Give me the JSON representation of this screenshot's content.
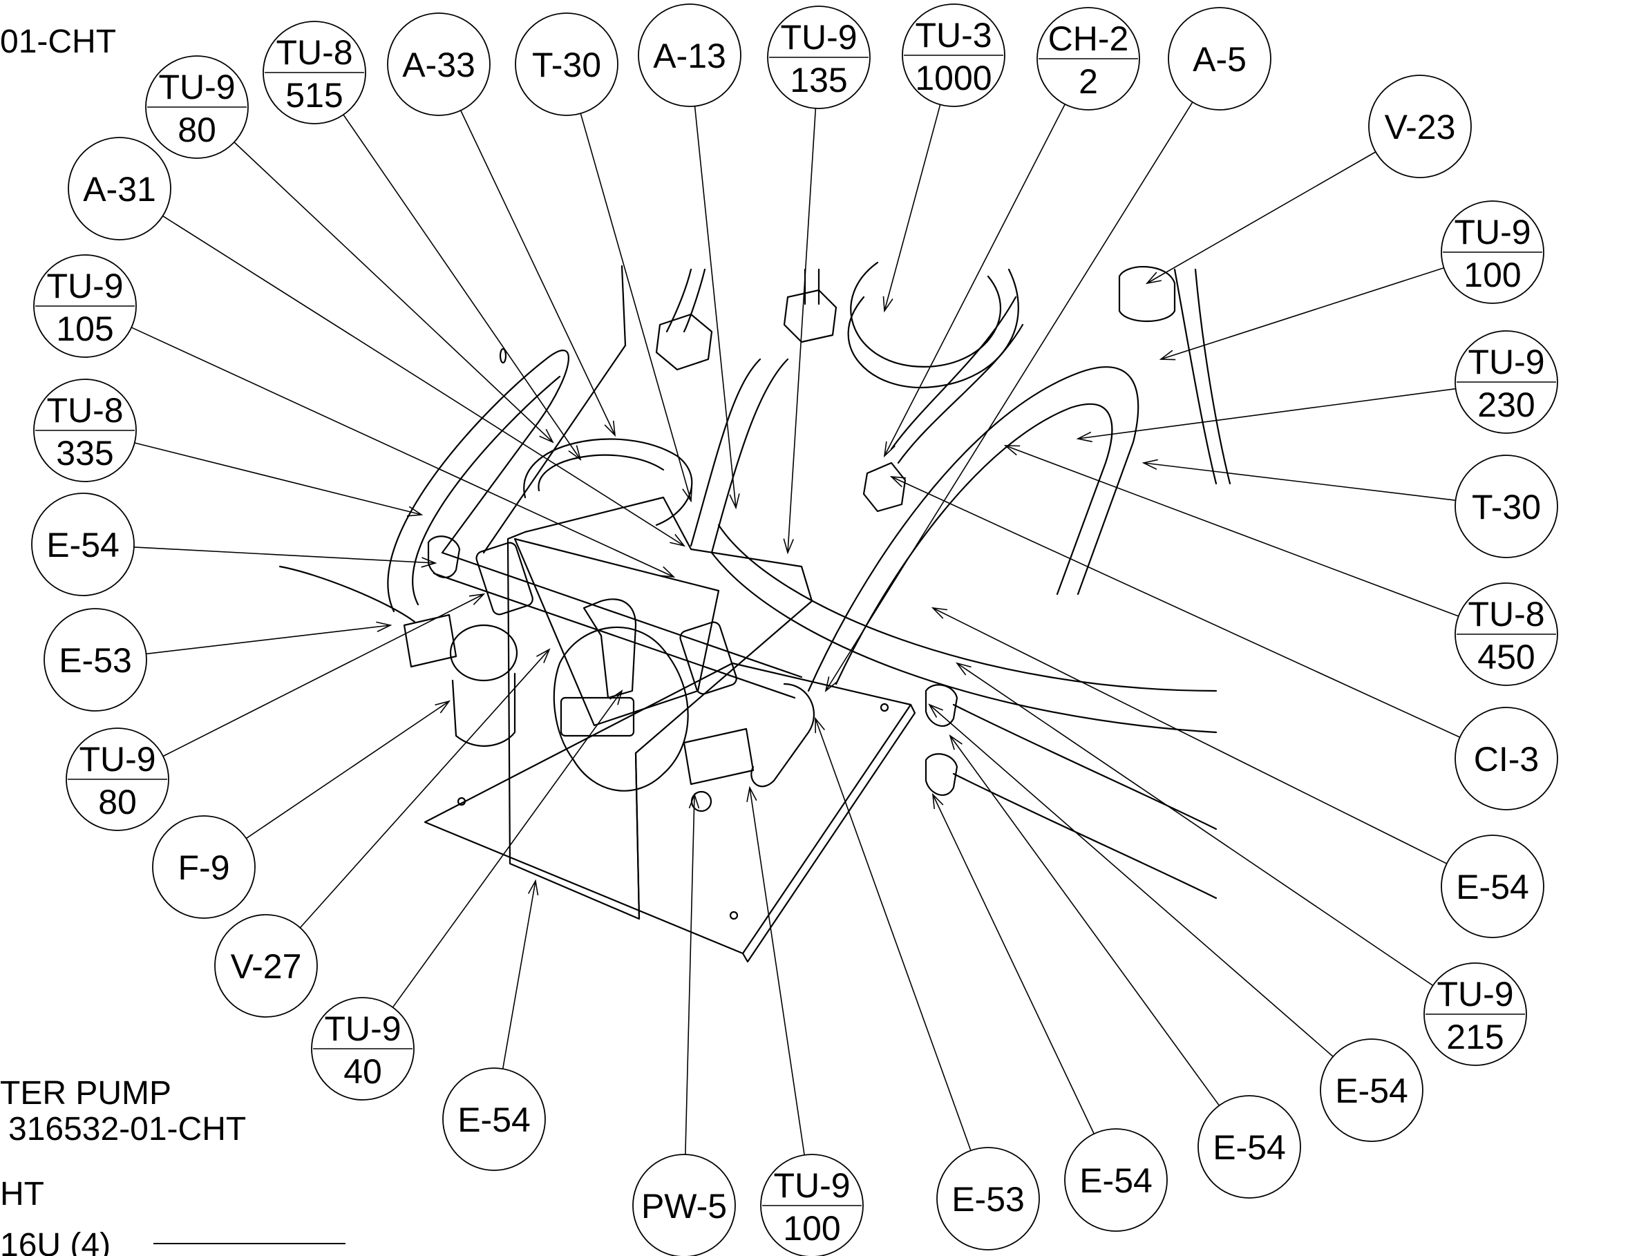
{
  "diagram": {
    "stroke_color": "#000000",
    "background": "#ffffff",
    "notes": [
      {
        "id": "note-top-left",
        "text": "01-CHT"
      },
      {
        "id": "note-pump-1",
        "text": "TER PUMP"
      },
      {
        "id": "note-pump-2",
        "text": "316532-01-CHT"
      },
      {
        "id": "note-ht",
        "text": "HT"
      },
      {
        "id": "note-hardware",
        "text": "16U (4)"
      }
    ],
    "callouts": [
      {
        "id": "c1",
        "top": "TU-9",
        "bottom": "80"
      },
      {
        "id": "c2",
        "top": "TU-8",
        "bottom": "515"
      },
      {
        "id": "c3",
        "top": "A-33"
      },
      {
        "id": "c4",
        "top": "T-30"
      },
      {
        "id": "c5",
        "top": "A-13"
      },
      {
        "id": "c6",
        "top": "TU-9",
        "bottom": "135"
      },
      {
        "id": "c7",
        "top": "TU-3",
        "bottom": "1000"
      },
      {
        "id": "c8",
        "top": "CH-2",
        "bottom": "2"
      },
      {
        "id": "c9",
        "top": "A-5"
      },
      {
        "id": "c10",
        "top": "V-23"
      },
      {
        "id": "c11",
        "top": "TU-9",
        "bottom": "100"
      },
      {
        "id": "c12",
        "top": "TU-9",
        "bottom": "230"
      },
      {
        "id": "c13",
        "top": "T-30"
      },
      {
        "id": "c14",
        "top": "TU-8",
        "bottom": "450"
      },
      {
        "id": "c15",
        "top": "CI-3"
      },
      {
        "id": "c16",
        "top": "E-54"
      },
      {
        "id": "c17",
        "top": "TU-9",
        "bottom": "215"
      },
      {
        "id": "c18",
        "top": "E-54"
      },
      {
        "id": "c19",
        "top": "E-54"
      },
      {
        "id": "c20",
        "top": "E-54"
      },
      {
        "id": "c21",
        "top": "E-53"
      },
      {
        "id": "c22",
        "top": "TU-9",
        "bottom": "100"
      },
      {
        "id": "c23",
        "top": "PW-5"
      },
      {
        "id": "c24",
        "top": "E-54"
      },
      {
        "id": "c25",
        "top": "TU-9",
        "bottom": "40"
      },
      {
        "id": "c26",
        "top": "V-27"
      },
      {
        "id": "c27",
        "top": "F-9"
      },
      {
        "id": "c28",
        "top": "TU-9",
        "bottom": "80"
      },
      {
        "id": "c29",
        "top": "E-53"
      },
      {
        "id": "c30",
        "top": "E-54"
      },
      {
        "id": "c31",
        "top": "TU-8",
        "bottom": "335"
      },
      {
        "id": "c32",
        "top": "TU-9",
        "bottom": "105"
      },
      {
        "id": "c33",
        "top": "A-31"
      }
    ]
  }
}
